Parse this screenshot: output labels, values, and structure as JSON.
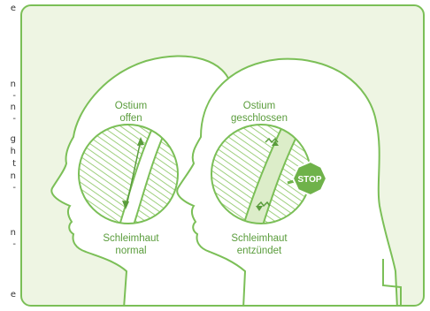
{
  "edge_text": [
    "e",
    "n",
    "-",
    "n",
    "-",
    "g",
    "h",
    "t",
    "n",
    "-",
    "n",
    "-",
    "e"
  ],
  "diagram": {
    "left": {
      "top_label": [
        "Ostium",
        "offen"
      ],
      "bottom_label": [
        "Schleimhaut",
        "normal"
      ]
    },
    "right": {
      "top_label": [
        "Ostium",
        "geschlossen"
      ],
      "bottom_label": [
        "Schleimhaut",
        "entzündet"
      ],
      "stop_sign": "STOP"
    }
  },
  "colors": {
    "border": "#7bbf57",
    "panel_bg": "#eef5e3",
    "head_fill": "#ffffff",
    "line": "#7bbf57",
    "hatch": "#9fcf7e",
    "stop": "#6fb24a",
    "label": "#5a9c3c"
  }
}
